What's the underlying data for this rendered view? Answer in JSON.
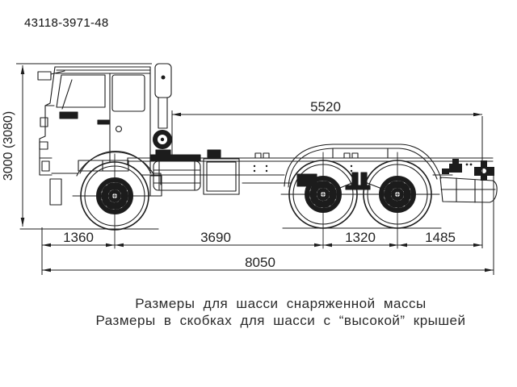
{
  "title": "43118-3971-48",
  "drawing": {
    "dim_height": "3000 (3080)",
    "dim_frame_length": "5520",
    "dim_front_overhang": "1360",
    "dim_wheelbase": "3690",
    "dim_bogie_spacing": "1320",
    "dim_rear_overhang": "1485",
    "dim_total_length": "8050"
  },
  "caption": {
    "line1": "Размеры для шасси снаряженной массы",
    "line2": "Размеры в скобках для шасси с “высокой” крышей"
  },
  "colors": {
    "line": "#1c1c1c",
    "text": "#232323",
    "background": "#ffffff"
  }
}
